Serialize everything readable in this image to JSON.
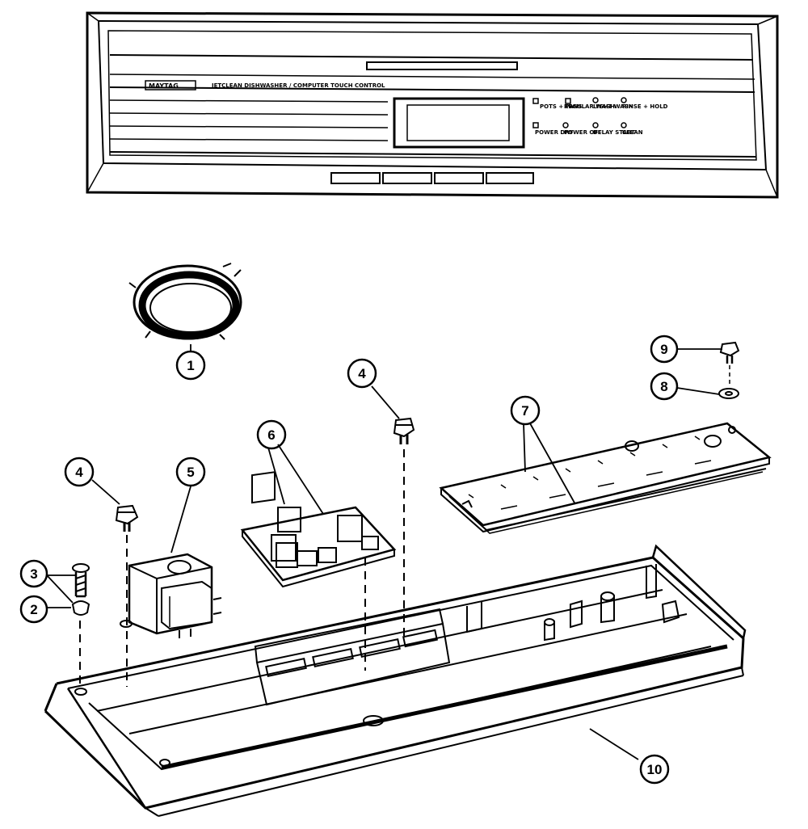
{
  "diagram": {
    "colors": {
      "line": "#000000",
      "background": "#ffffff"
    },
    "panel": {
      "brand": "MAYTAG",
      "model_text": "JETCLEAN DISHWASHER / COMPUTER TOUCH CONTROL",
      "indicators": [
        {
          "label": "POTS + PANS"
        },
        {
          "label": "REGULAR WASH"
        },
        {
          "label": "LIGHT WASH"
        },
        {
          "label": "RINSE + HOLD"
        },
        {
          "label": "POWER DRY"
        },
        {
          "label": "POWER OFF"
        },
        {
          "label": "DELAY START"
        },
        {
          "label": "CLEAN"
        }
      ]
    },
    "callouts": [
      {
        "id": "c1",
        "number": "1"
      },
      {
        "id": "c2",
        "number": "2"
      },
      {
        "id": "c3",
        "number": "3"
      },
      {
        "id": "c4a",
        "number": "4"
      },
      {
        "id": "c4b",
        "number": "4"
      },
      {
        "id": "c5",
        "number": "5"
      },
      {
        "id": "c6",
        "number": "6"
      },
      {
        "id": "c7",
        "number": "7"
      },
      {
        "id": "c8",
        "number": "8"
      },
      {
        "id": "c9",
        "number": "9"
      },
      {
        "id": "c10",
        "number": "10"
      }
    ]
  }
}
